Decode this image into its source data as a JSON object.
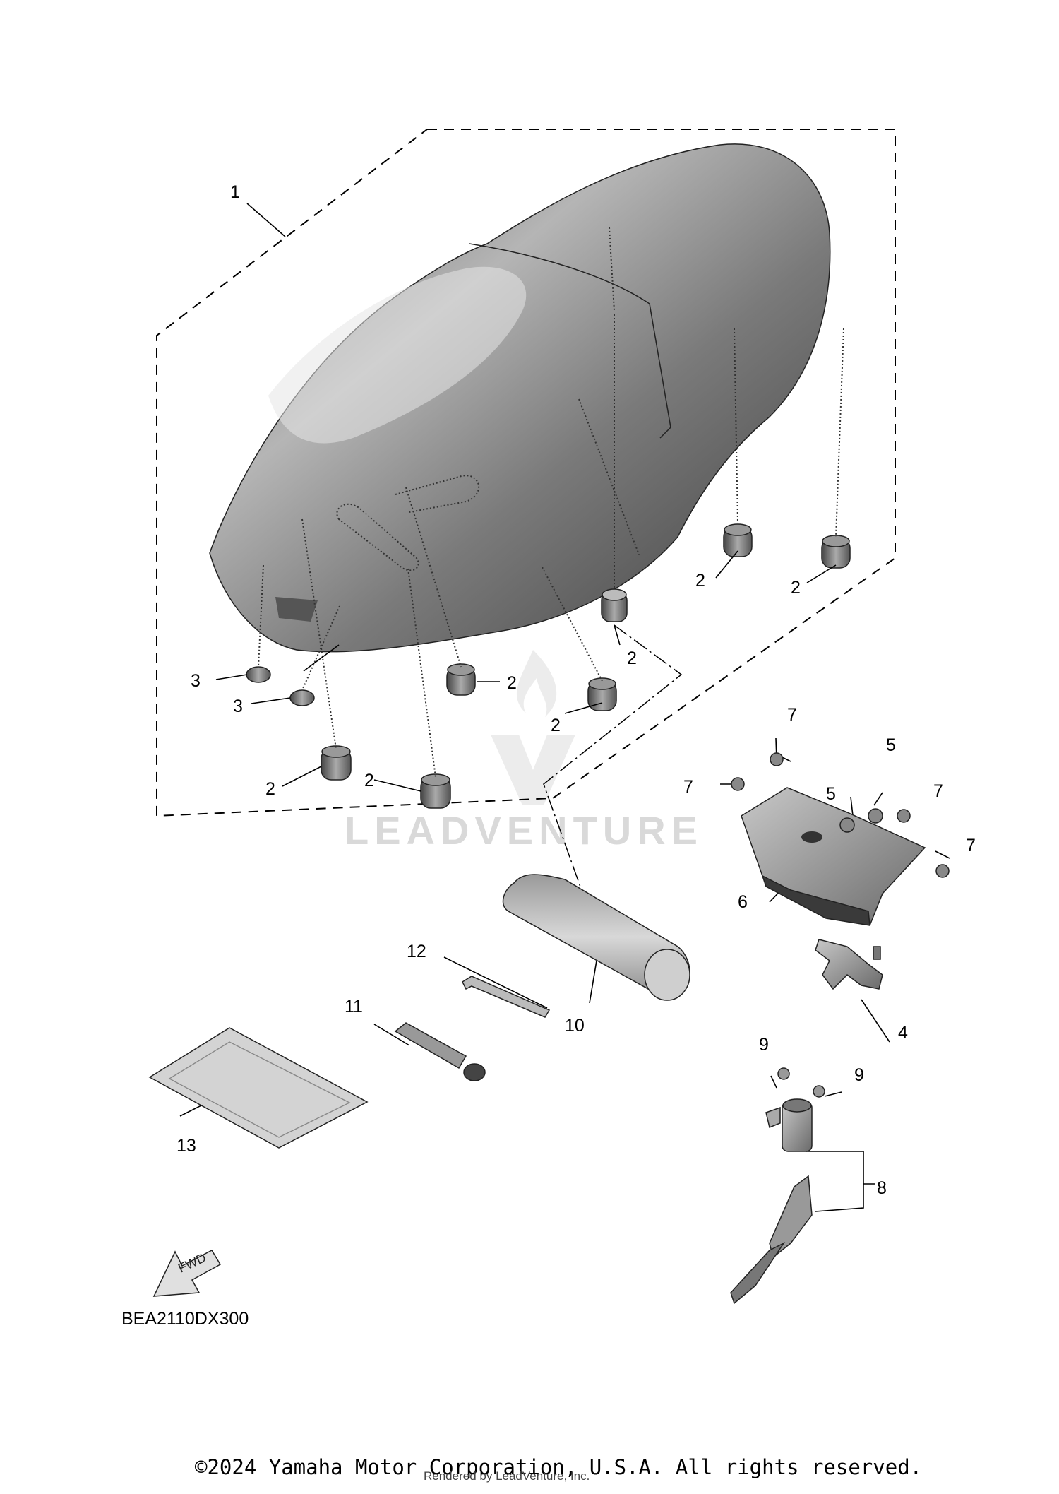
{
  "diagram": {
    "drawing_code": "BEA2110DX300",
    "fwd_label": "FWD",
    "watermark": "LEADVENTURE",
    "copyright": "©2024 Yamaha Motor Corporation, U.S.A. All rights reserved.",
    "rendered_by": "Rendered by LeadVenture, Inc.",
    "callouts": {
      "seat": "1",
      "damper": "2",
      "damper_small": "3",
      "hook": "4",
      "nut": "5",
      "bracket": "6",
      "bolt_bracket": "7",
      "seat_lock": "8",
      "bolt_lock": "9",
      "tool_bag": "10",
      "screwdriver": "11",
      "hex_wrench": "12",
      "owners_manual": "13"
    }
  }
}
